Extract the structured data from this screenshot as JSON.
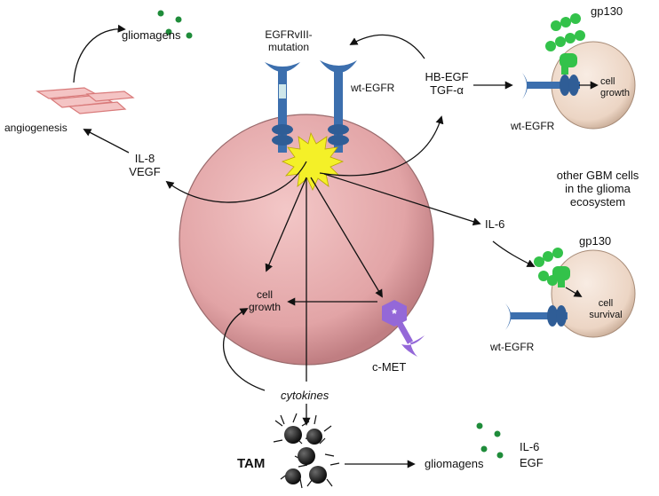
{
  "labels": {
    "gliomagens_top": "gliomagens",
    "angiogenesis": "angiogenesis",
    "il8": "IL-8",
    "vegf": "VEGF",
    "egfrviii_line1": "EGFRvIII-",
    "egfrviii_line2": "mutation",
    "wt_egfr_center": "wt-EGFR",
    "hb_egf": "HB-EGF",
    "tgf_alpha": "TGF-α",
    "gp130_top": "gp130",
    "cell_growth_right_1": "cell",
    "cell_growth_right_2": "growth",
    "wt_egfr_top_right": "wt-EGFR",
    "other_gbm_1": "other GBM cells",
    "other_gbm_2": "in the glioma",
    "other_gbm_3": "ecosystem",
    "il6_mid": "IL-6",
    "gp130_bottom": "gp130",
    "cell_survival_1": "cell",
    "cell_survival_2": "survival",
    "wt_egfr_bottom_right": "wt-EGFR",
    "cell_growth_center_1": "cell",
    "cell_growth_center_2": "growth",
    "cmet": "c-MET",
    "cytokines": "cytokines",
    "tam": "TAM",
    "gliomagens_bottom": "gliomagens",
    "il6_bottom": "IL-6",
    "egf_bottom": "EGF"
  },
  "colors": {
    "main_cell": "#e4a9ab",
    "small_cell": "#efd9c8",
    "receptor": "#3c6fae",
    "gp130": "#33c24a",
    "cmet": "#9468d8",
    "activation_burst": "#f4f028",
    "gliomagen_dot": "#1f8c3a",
    "angiogenesis_tube": "#f2b9b9"
  }
}
